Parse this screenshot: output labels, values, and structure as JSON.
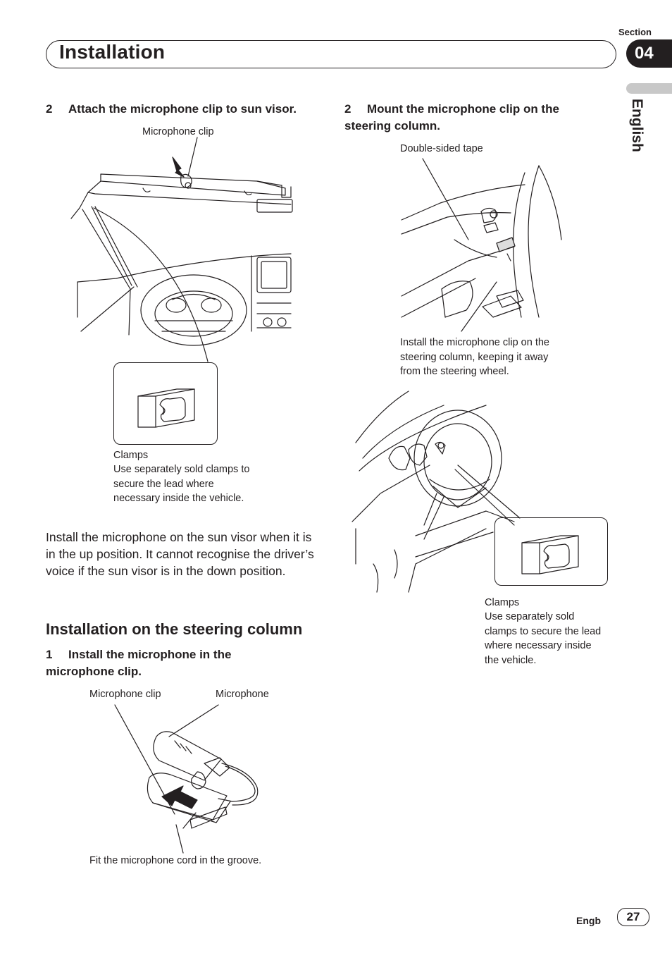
{
  "header": {
    "title": "Installation",
    "section_label": "Section",
    "section_number": "04",
    "language_tab": "English"
  },
  "left_column": {
    "step_sun_visor": {
      "number": "2",
      "text": "Attach the microphone clip to sun visor."
    },
    "sun_visor_figure": {
      "label_clip": "Microphone clip",
      "clamps_title": "Clamps",
      "clamps_note": "Use separately sold clamps to secure the lead where necessary inside the vehicle."
    },
    "sun_visor_paragraph": "Install the microphone on the sun visor when it is in the up position. It cannot recognise the driver’s voice if the sun visor is in the down position.",
    "steering_heading": "Installation on the steering column",
    "step_install_mic": {
      "number": "1",
      "text": "Install the microphone in the microphone clip."
    },
    "mic_figure": {
      "label_clip": "Microphone clip",
      "label_mic": "Microphone",
      "groove_note": "Fit the microphone cord in the groove."
    }
  },
  "right_column": {
    "step_mount": {
      "number": "2",
      "text": "Mount the microphone clip on the steering column."
    },
    "tape_label": "Double-sided tape",
    "column_note": "Install the microphone clip on the steering column, keeping it away from the steering wheel.",
    "clamps_title": "Clamps",
    "clamps_note": "Use separately sold clamps to secure the lead where necessary inside the vehicle."
  },
  "footer": {
    "language_code": "Engb",
    "page_number": "27"
  }
}
